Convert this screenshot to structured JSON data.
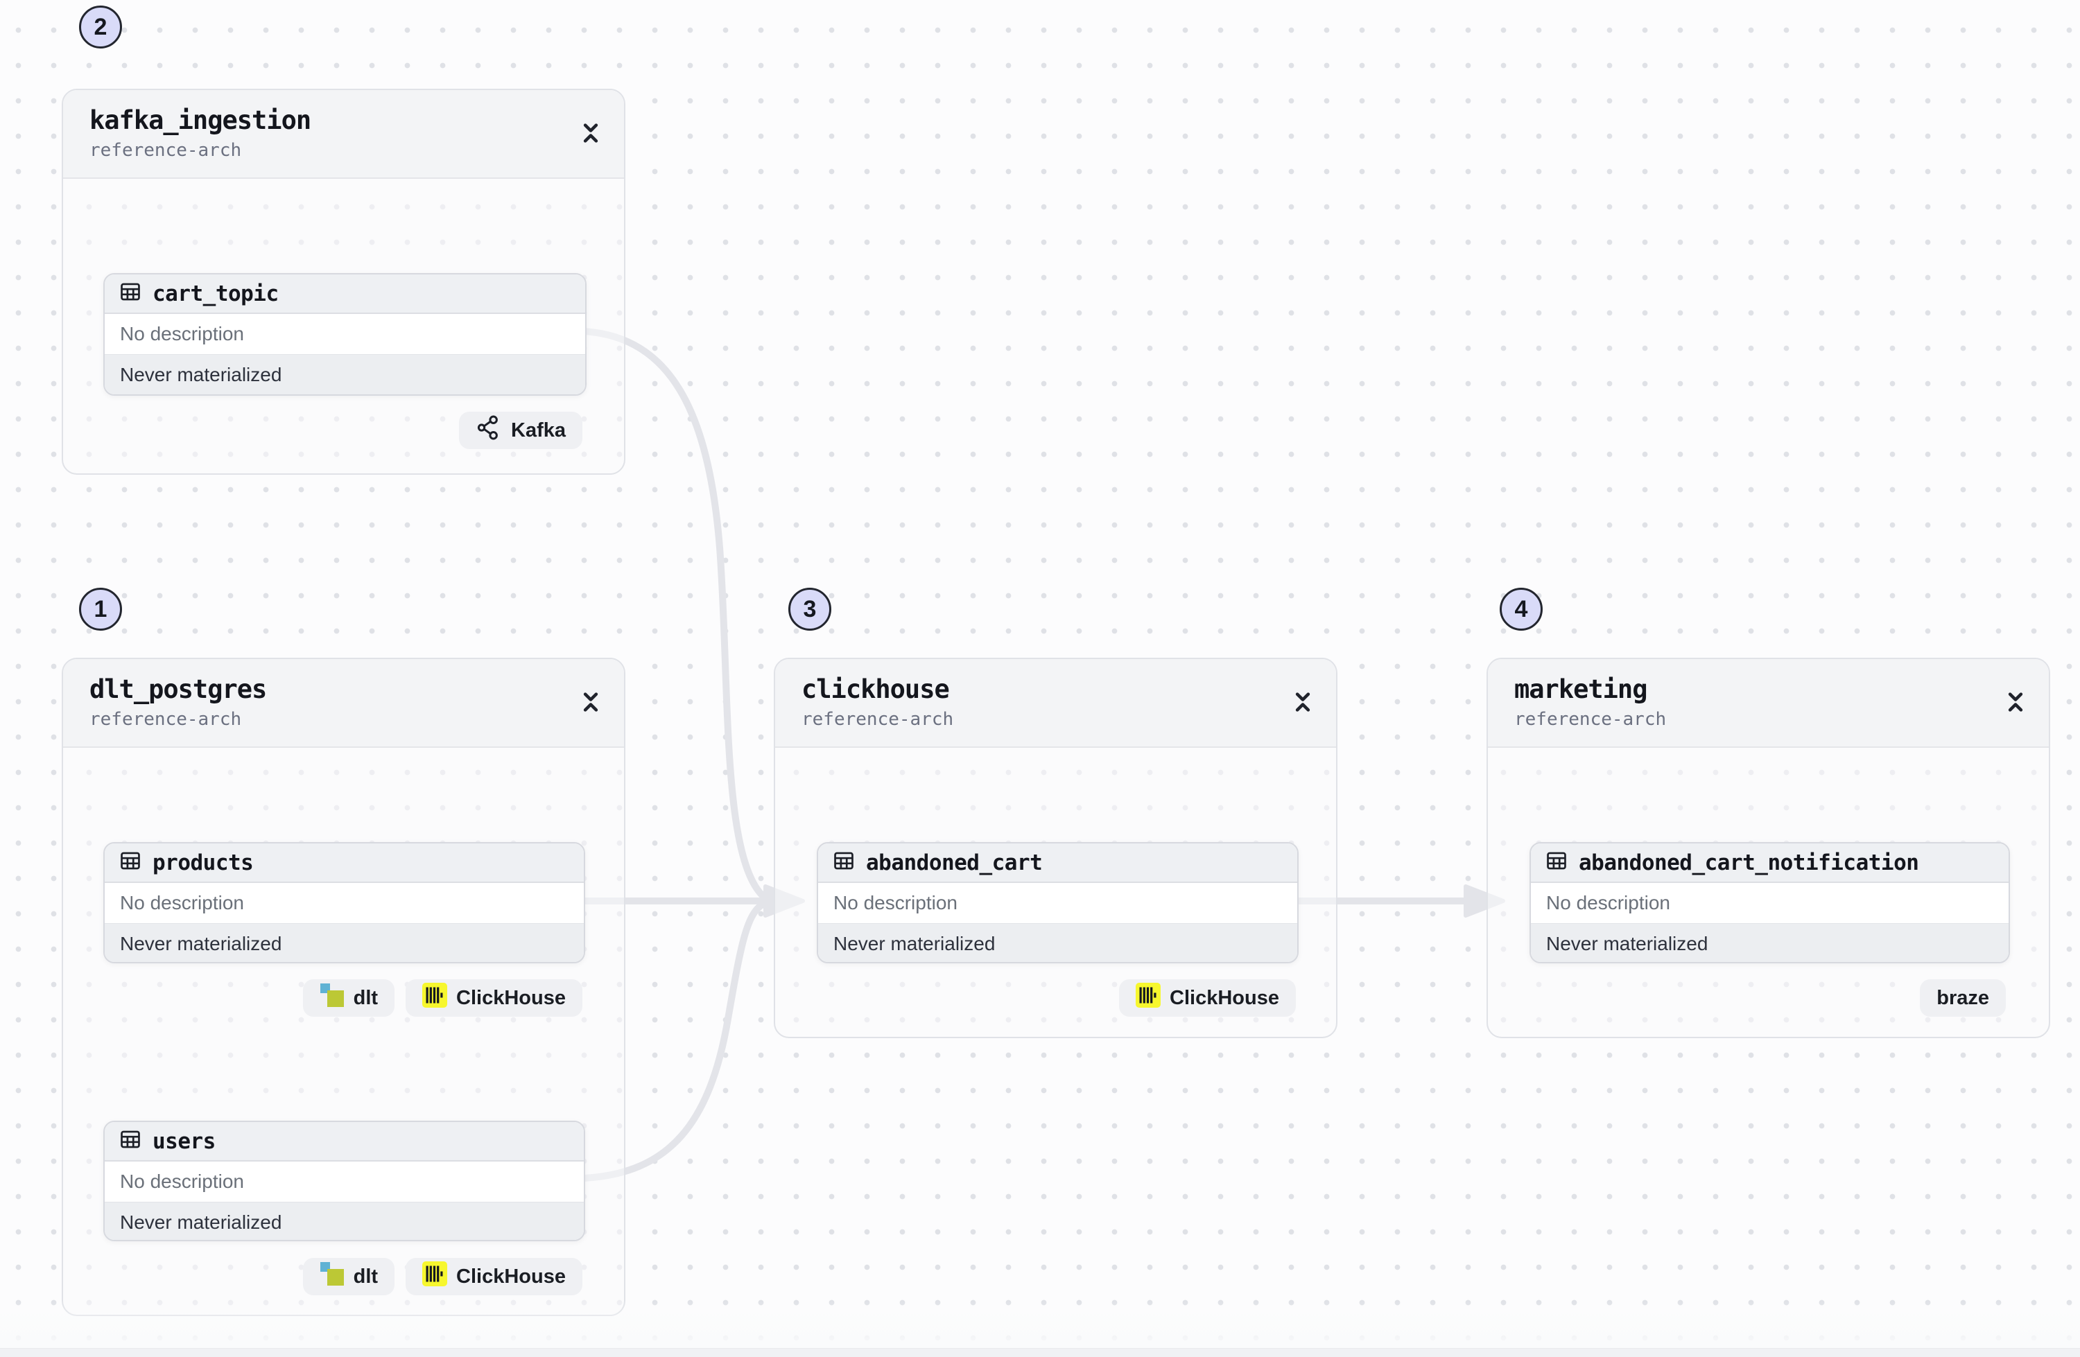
{
  "canvas": {
    "background": "#fcfcfd",
    "dot_color": "#dfe1e6",
    "edge_color": "#e3e4e9"
  },
  "annotations": {
    "badge_fill": "#d9dbf8",
    "steps": [
      {
        "number": "2"
      },
      {
        "number": "1"
      },
      {
        "number": "3"
      },
      {
        "number": "4"
      }
    ]
  },
  "groups": [
    {
      "title": "kafka_ingestion",
      "subtitle": "reference-arch",
      "assets": [
        {
          "name": "cart_topic",
          "description": "No description",
          "status": "Never materialized",
          "tags": [
            {
              "label": "Kafka",
              "icon": "kafka-icon"
            }
          ]
        }
      ]
    },
    {
      "title": "dlt_postgres",
      "subtitle": "reference-arch",
      "assets": [
        {
          "name": "products",
          "description": "No description",
          "status": "Never materialized",
          "tags": [
            {
              "label": "dlt",
              "icon": "dlt-icon"
            },
            {
              "label": "ClickHouse",
              "icon": "clickhouse-icon"
            }
          ]
        },
        {
          "name": "users",
          "description": "No description",
          "status": "Never materialized",
          "tags": [
            {
              "label": "dlt",
              "icon": "dlt-icon"
            },
            {
              "label": "ClickHouse",
              "icon": "clickhouse-icon"
            }
          ]
        }
      ]
    },
    {
      "title": "clickhouse",
      "subtitle": "reference-arch",
      "assets": [
        {
          "name": "abandoned_cart",
          "description": "No description",
          "status": "Never materialized",
          "tags": [
            {
              "label": "ClickHouse",
              "icon": "clickhouse-icon"
            }
          ]
        }
      ]
    },
    {
      "title": "marketing",
      "subtitle": "reference-arch",
      "assets": [
        {
          "name": "abandoned_cart_notification",
          "description": "No description",
          "status": "Never materialized",
          "tags": [
            {
              "label": "braze"
            }
          ]
        }
      ]
    }
  ],
  "colors": {
    "clickhouse_yellow": "#f7f72e",
    "dlt_blue": "#5fb2d4",
    "dlt_olive": "#bcc835",
    "tag_bg": "#eff0f3",
    "title_text": "#14161d",
    "muted_text": "#6a7079",
    "status_text": "#2d313c"
  }
}
